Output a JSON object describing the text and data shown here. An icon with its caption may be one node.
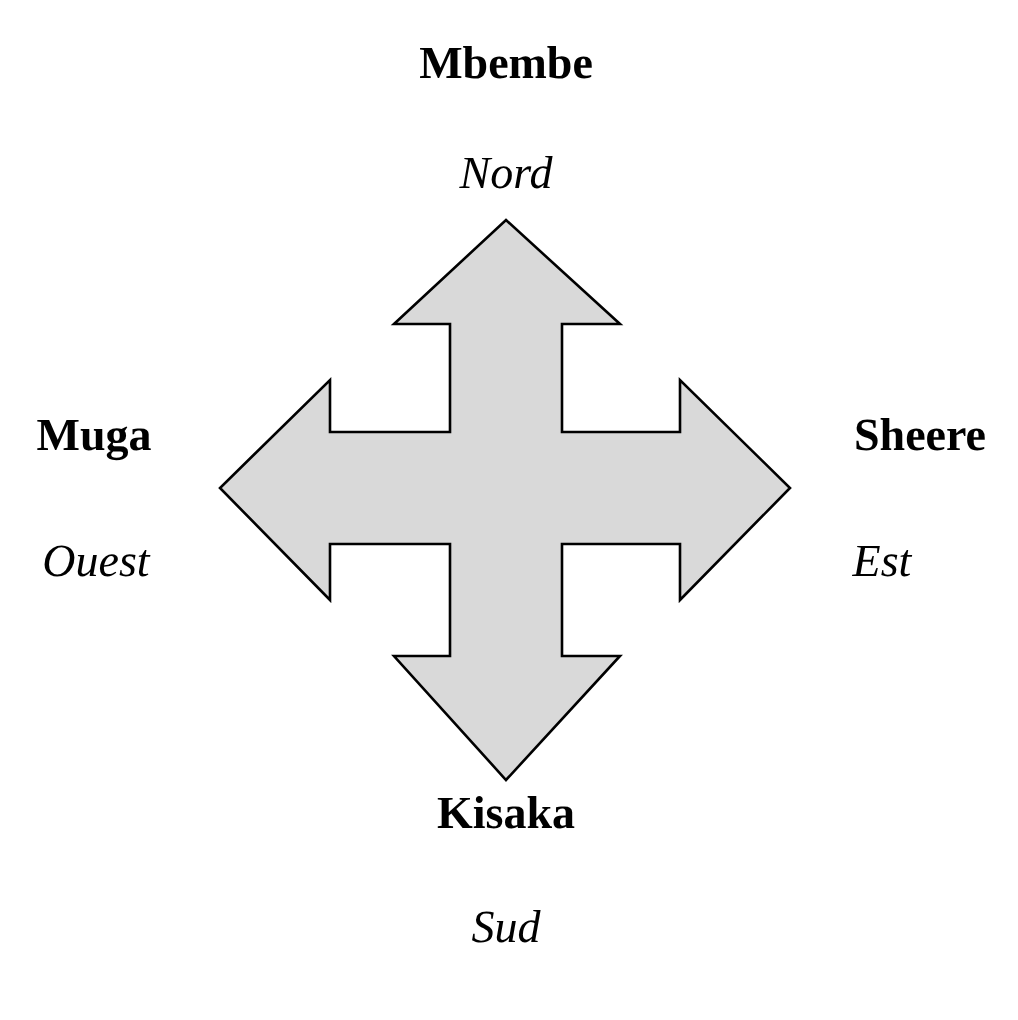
{
  "diagram": {
    "labels": [
      "Mbembe",
      "Nord",
      "Muga",
      "Sheere",
      "Ouest",
      "Est",
      "Kisaka",
      "Sud"
    ]
  }
}
